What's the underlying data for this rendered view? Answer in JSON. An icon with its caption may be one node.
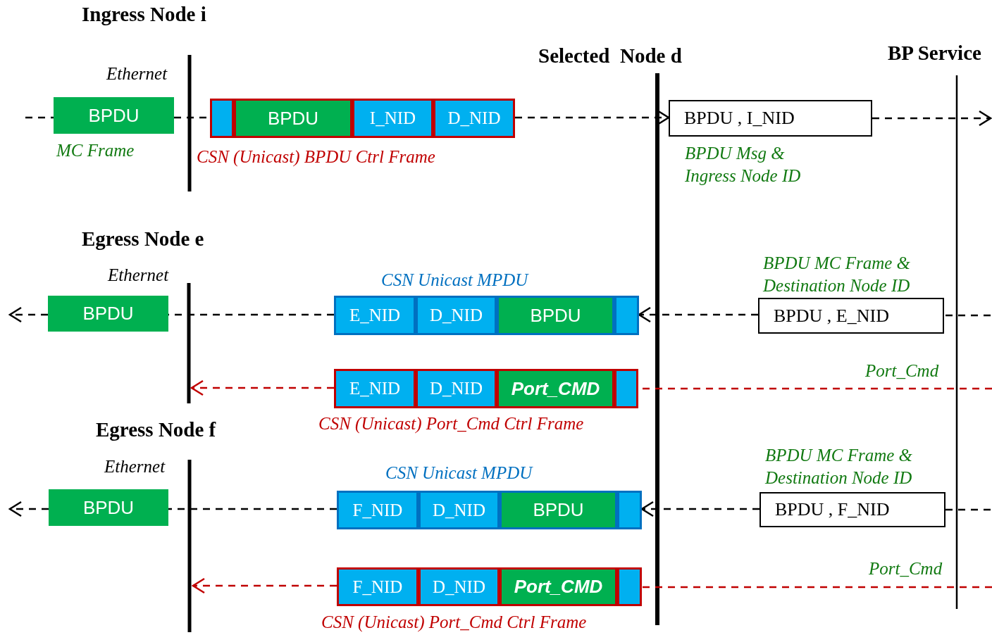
{
  "diagram": {
    "nodes": [
      {
        "text": [
          "BPDU"
        ],
        "beside": [
          "MC Frame"
        ]
      },
      {
        "text": [],
        "shape": "box",
        "beside": [
          "CSN (Unicast) BPDU Ctrl Frame"
        ]
      },
      {
        "text": [],
        "shape": "box",
        "in": 1
      },
      {
        "text": [
          "BPDU"
        ],
        "in": 1
      },
      {
        "text": [
          "I_NID"
        ],
        "in": 1
      },
      {
        "text": [
          "D_NID"
        ],
        "in": 1
      },
      {
        "text": [
          "BPDU , I_NID"
        ],
        "beside": [
          "BPDU Msg & Ingress Node ID"
        ]
      },
      {
        "text": [
          "BPDU"
        ]
      },
      {
        "text": [],
        "shape": "box",
        "beside": [
          "CSN Unicast MPDU"
        ]
      },
      {
        "text": [
          "E_NID"
        ],
        "in": 8
      },
      {
        "text": [
          "D_NID"
        ],
        "in": 8
      },
      {
        "text": [
          "BPDU"
        ],
        "in": 8
      },
      {
        "text": [],
        "shape": "box",
        "in": 8
      },
      {
        "text": [
          "BPDU , E_NID"
        ],
        "beside": [
          "BPDU MC Frame & Destination Node ID"
        ]
      },
      {
        "text": [],
        "shape": "box",
        "beside": [
          "CSN (Unicast) Port_Cmd Ctrl Frame"
        ]
      },
      {
        "text": [
          "E_NID"
        ],
        "in": 14
      },
      {
        "text": [
          "D_NID"
        ],
        "in": 14
      },
      {
        "text": [
          "Port_CMD"
        ],
        "in": 14
      },
      {
        "text": [],
        "shape": "box",
        "in": 14
      },
      {
        "text": [
          "BPDU"
        ]
      },
      {
        "text": [],
        "shape": "box",
        "beside": [
          "CSN Unicast MPDU"
        ]
      },
      {
        "text": [
          "F_NID"
        ],
        "in": 20
      },
      {
        "text": [
          "D_NID"
        ],
        "in": 20
      },
      {
        "text": [
          "BPDU"
        ],
        "in": 20
      },
      {
        "text": [],
        "shape": "box",
        "in": 20
      },
      {
        "text": [
          "BPDU , F_NID"
        ],
        "beside": [
          "BPDU MC Frame & Destination Node ID"
        ]
      },
      {
        "text": [],
        "shape": "box",
        "beside": [
          "CSN (Unicast) Port_Cmd Ctrl Frame"
        ]
      },
      {
        "text": [
          "F_NID"
        ],
        "in": 26
      },
      {
        "text": [
          "D_NID"
        ],
        "in": 26
      },
      {
        "text": [
          "Port_CMD"
        ],
        "in": 26
      },
      {
        "text": [],
        "shape": "box",
        "in": 26
      }
    ],
    "edges": [
      {
        "from": null,
        "to": 0,
        "arrow": "none",
        "style": "dashed"
      },
      {
        "from": 0,
        "to": 1,
        "arrow": "none",
        "style": "dashed"
      },
      {
        "from": 1,
        "to": 6,
        "arrow": "to",
        "style": "dashed"
      },
      {
        "from": 6,
        "to": null,
        "arrow": "to",
        "style": "dashed"
      },
      {
        "from": null,
        "to": 13,
        "arrow": "none",
        "style": "dashed"
      },
      {
        "from": 13,
        "to": 8,
        "arrow": "to",
        "style": "dashed"
      },
      {
        "from": 8,
        "to": 7,
        "arrow": "none",
        "style": "dashed"
      },
      {
        "from": 7,
        "to": null,
        "arrow": "to",
        "style": "dashed"
      },
      {
        "from": null,
        "to": 14,
        "arrow": "none",
        "style": "dashed",
        "color": "#c00000",
        "label": "Port_Cmd"
      },
      {
        "from": 14,
        "to": null,
        "arrow": "to",
        "style": "dashed",
        "color": "#c00000"
      },
      {
        "from": null,
        "to": 25,
        "arrow": "none",
        "style": "dashed"
      },
      {
        "from": 25,
        "to": 20,
        "arrow": "to",
        "style": "dashed"
      },
      {
        "from": 20,
        "to": 19,
        "arrow": "none",
        "style": "dashed"
      },
      {
        "from": 19,
        "to": null,
        "arrow": "to",
        "style": "dashed"
      },
      {
        "from": null,
        "to": 26,
        "arrow": "none",
        "style": "dashed",
        "color": "#c00000",
        "label": "Port_Cmd"
      },
      {
        "from": 26,
        "to": null,
        "arrow": "to",
        "style": "dashed",
        "color": "#c00000"
      }
    ],
    "labels": [
      "Ingress Node i",
      "Ethernet",
      "Selected  Node d",
      "BP Service",
      "Egress Node e",
      "Ethernet",
      "Egress Node f",
      "Ethernet"
    ]
  }
}
